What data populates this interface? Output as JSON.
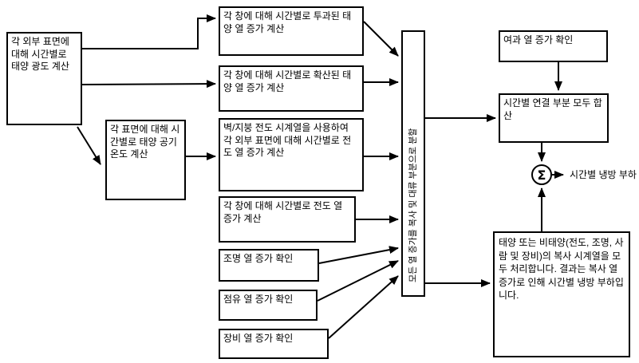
{
  "diagram_type": "flowchart",
  "language": "ko",
  "colors": {
    "line": "#000000",
    "background": "#ffffff",
    "box_fill": "#ffffff",
    "text": "#000000"
  },
  "nodes": {
    "solar_intensity": "각 외부 표면에 대해 시간별로 태양 광도 계산",
    "sol_air_temp": "각 표면에 대해 시간별로 태양 공기 온도 계산",
    "transmitted_solar": "각 창에 대해 시간별로 투과된 태양 열 증가 계산",
    "diffuse_solar": "각 창에 대해 시간별로 확산된 태양 열 증가 계산",
    "wall_roof_conduction": "벽/지붕 전도 시계열을 사용하여 각 외부 표면에 대해 시간별로 전도 열 증가 계산",
    "window_conduction": "각 창에 대해 시간별로 전도 열 증가 계산",
    "lighting_gain": "조명 열 증가 확인",
    "occupancy_gain": "점유 열 증가 확인",
    "equipment_gain": "장비 열 증가 확인",
    "split_portions": "모든 열 증가를 복사 및 대류 부분으로 분할",
    "infiltration_gain": "여과 열 증가 확인",
    "sum_convective": "시간별 연결 부분 모두 합산",
    "radiant_processing": "태양 또는 비태양(전도, 조명, 사람 및 장비)의 복사 시계열을 모두 처리합니다. 결과는 복사 열 증가로 인해 시간별 냉방 부하입니다.",
    "sigma_symbol": "Σ",
    "output_label": "시간별 냉방 부하"
  },
  "edges": [
    {
      "from": "solar_intensity",
      "to": "transmitted_solar"
    },
    {
      "from": "solar_intensity",
      "to": "diffuse_solar"
    },
    {
      "from": "solar_intensity",
      "to": "sol_air_temp"
    },
    {
      "from": "sol_air_temp",
      "to": "wall_roof_conduction"
    },
    {
      "from": "transmitted_solar",
      "to": "split_portions"
    },
    {
      "from": "diffuse_solar",
      "to": "split_portions"
    },
    {
      "from": "wall_roof_conduction",
      "to": "split_portions"
    },
    {
      "from": "window_conduction",
      "to": "split_portions"
    },
    {
      "from": "lighting_gain",
      "to": "split_portions"
    },
    {
      "from": "occupancy_gain",
      "to": "split_portions"
    },
    {
      "from": "equipment_gain",
      "to": "split_portions"
    },
    {
      "from": "split_portions",
      "to": "sum_convective"
    },
    {
      "from": "split_portions",
      "to": "radiant_processing"
    },
    {
      "from": "infiltration_gain",
      "to": "sum_convective"
    },
    {
      "from": "sum_convective",
      "to": "sigma"
    },
    {
      "from": "radiant_processing",
      "to": "sigma"
    },
    {
      "from": "sigma",
      "to": "output_label"
    }
  ]
}
